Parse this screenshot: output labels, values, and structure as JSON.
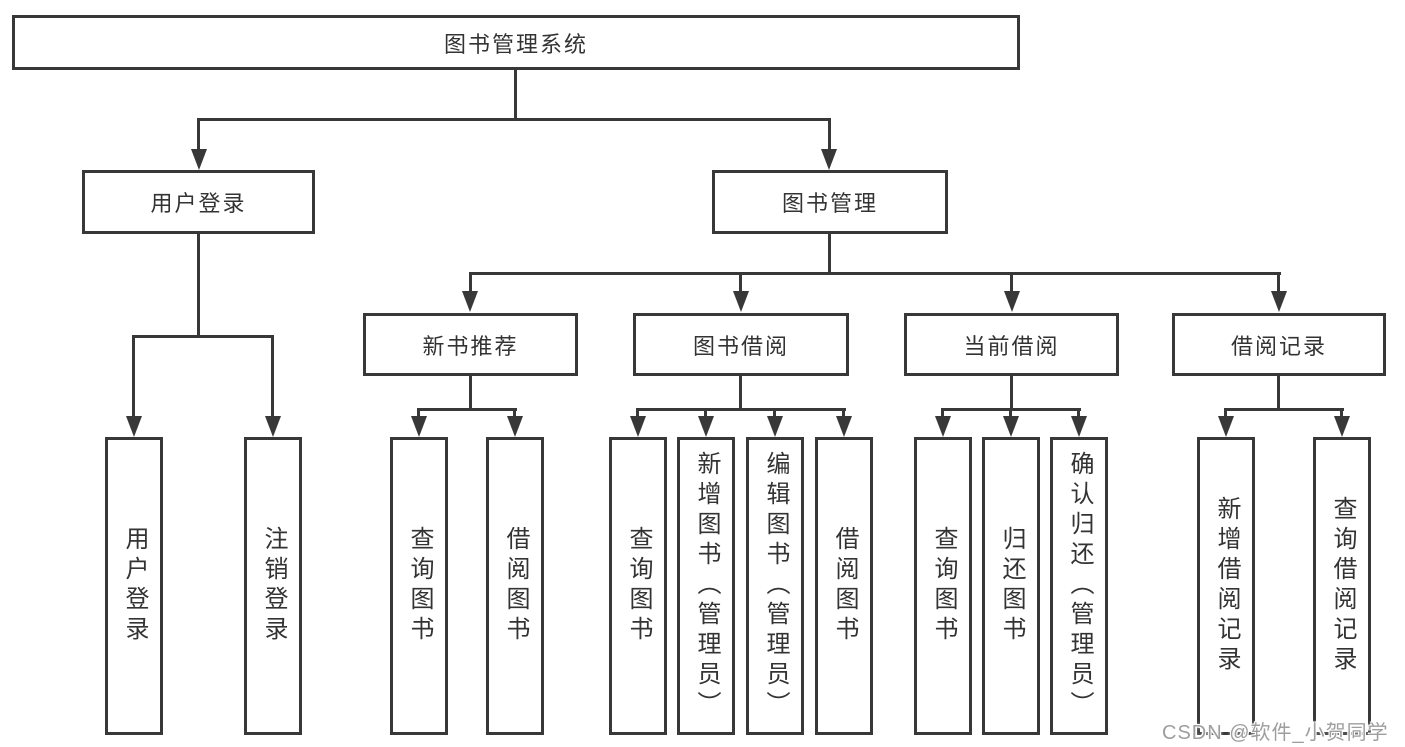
{
  "tree": {
    "label": "图书管理系统",
    "children": [
      {
        "label": "用户登录",
        "children": [
          {
            "label": "用户登录"
          },
          {
            "label": "注销登录"
          }
        ]
      },
      {
        "label": "图书管理",
        "children": [
          {
            "label": "新书推荐",
            "children": [
              {
                "label": "查询图书"
              },
              {
                "label": "借阅图书"
              }
            ]
          },
          {
            "label": "图书借阅",
            "children": [
              {
                "label": "查询图书"
              },
              {
                "label": "新增图书（管理员）"
              },
              {
                "label": "编辑图书（管理员）"
              },
              {
                "label": "借阅图书"
              }
            ]
          },
          {
            "label": "当前借阅",
            "children": [
              {
                "label": "查询图书"
              },
              {
                "label": "归还图书"
              },
              {
                "label": "确认归还（管理员）"
              }
            ]
          },
          {
            "label": "借阅记录",
            "children": [
              {
                "label": "新增借阅记录"
              },
              {
                "label": "查询借阅记录"
              }
            ]
          }
        ]
      }
    ]
  },
  "watermark": {
    "text": "CSDN @软件_小贺同学"
  },
  "colors": {
    "line": "#383838",
    "text": "#333333",
    "background": "#ffffff",
    "watermark_text": "#9e9e9e"
  }
}
